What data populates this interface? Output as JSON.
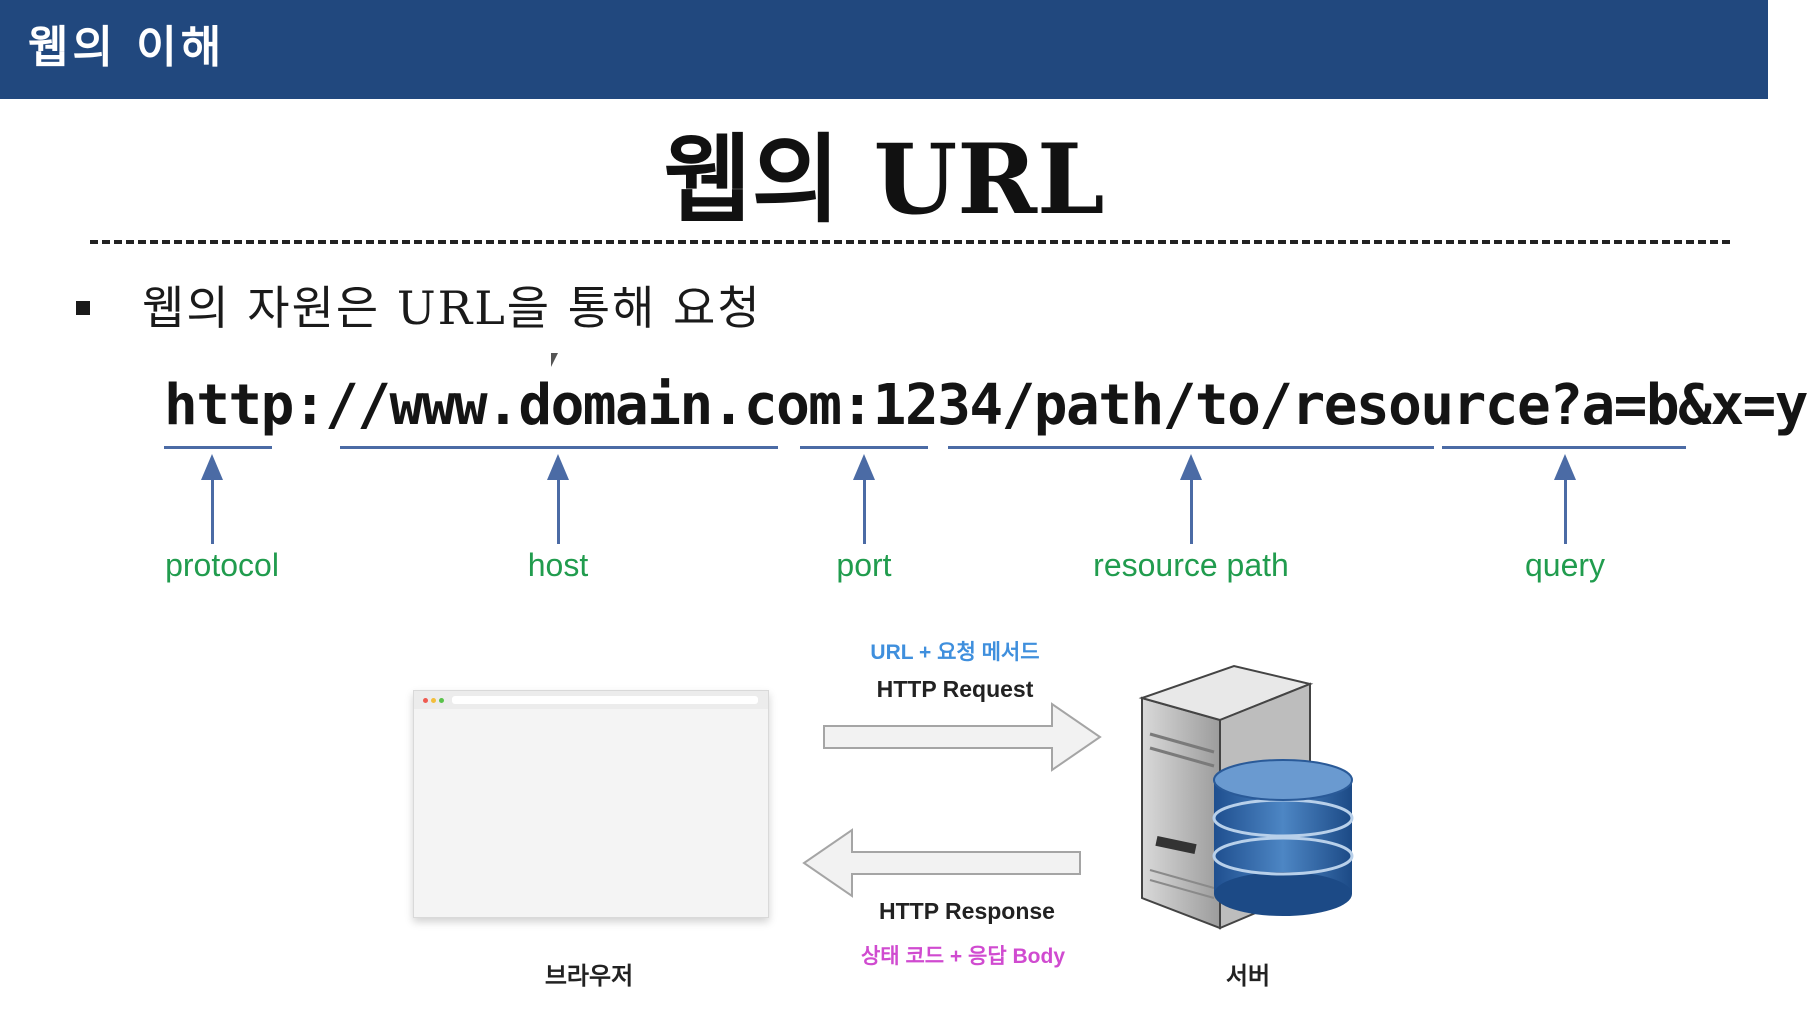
{
  "header": {
    "title": "웹의 이해"
  },
  "slide": {
    "title": "웹의 URL",
    "bullet": "웹의 자원은 URL을 통해 요청"
  },
  "url_example": {
    "full": "http://www.domain.com:1234/path/to/resource?a=b&x=y",
    "parts": [
      {
        "label": "protocol"
      },
      {
        "label": "host"
      },
      {
        "label": "port"
      },
      {
        "label": "resource path"
      },
      {
        "label": "query"
      }
    ]
  },
  "diagram": {
    "request_note": "URL + 요청 메서드",
    "request_label": "HTTP Request",
    "response_label": "HTTP Response",
    "response_note": "상태 코드 + 응답 Body",
    "client_label": "브라우저",
    "server_label": "서버"
  },
  "colors": {
    "header_bg": "#21487e",
    "part_label": "#219c4e",
    "pointer_arrow": "#4b6ba5",
    "request_note": "#3f8fdd",
    "response_note": "#d04bd0"
  }
}
